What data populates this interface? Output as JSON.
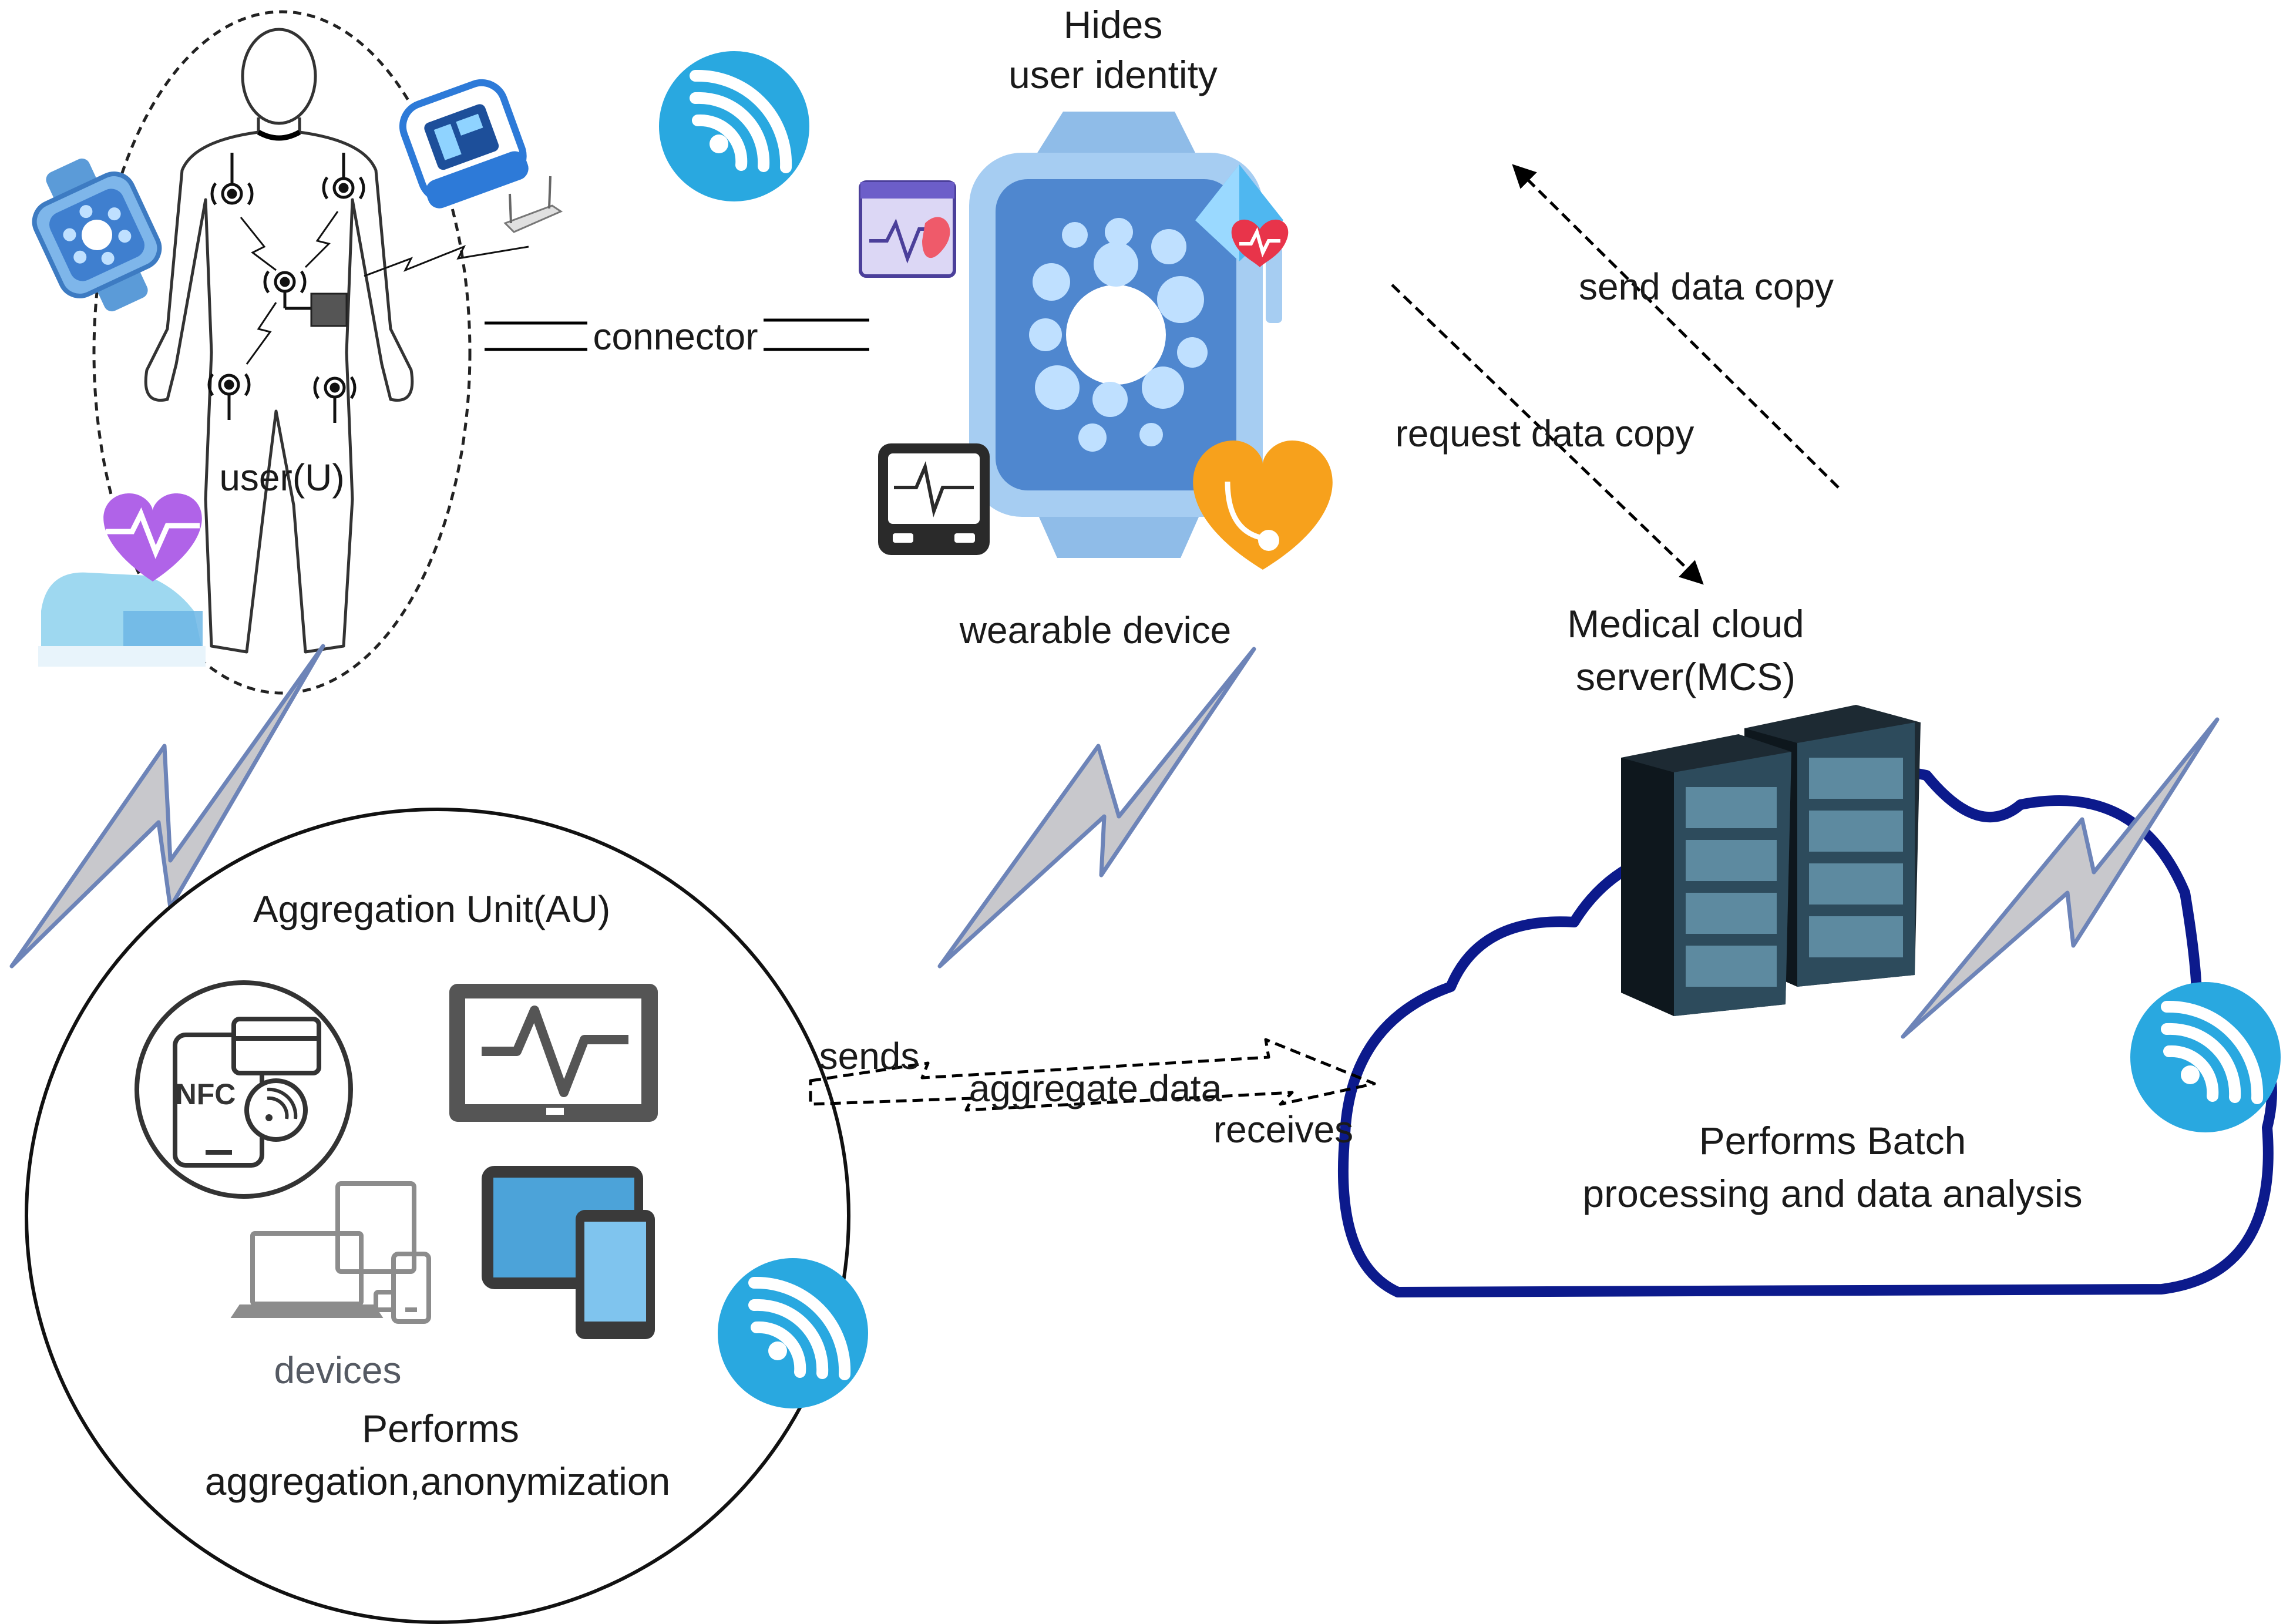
{
  "user": {
    "label": "user(U)",
    "connector_label": "connector"
  },
  "wearable": {
    "title_line1": "Hides",
    "title_line2": "user identity",
    "caption": "wearable device"
  },
  "server": {
    "title_line1": "Medical cloud",
    "title_line2": "server(MCS)",
    "send_label": "send data copy",
    "request_label": "request data copy"
  },
  "cloud": {
    "line1": "Performs Batch",
    "line2": "processing and data analysis"
  },
  "aggregation": {
    "title": "Aggregation Unit(AU)",
    "nfc_text": "NFC",
    "devices_label": "devices",
    "performs_line1": "Performs",
    "performs_line2": "aggregation,anonymization"
  },
  "flow": {
    "sends": "sends",
    "aggregate": "aggregate data",
    "receives": "receives"
  },
  "colors": {
    "wifi": "#29a8e0",
    "cloud_outline": "#0c1a8c",
    "lightning_fill": "#c8c8cc",
    "lightning_stroke": "#6d84b8",
    "watch_body": "#a6cdf2",
    "watch_screen": "#4f87cf"
  }
}
